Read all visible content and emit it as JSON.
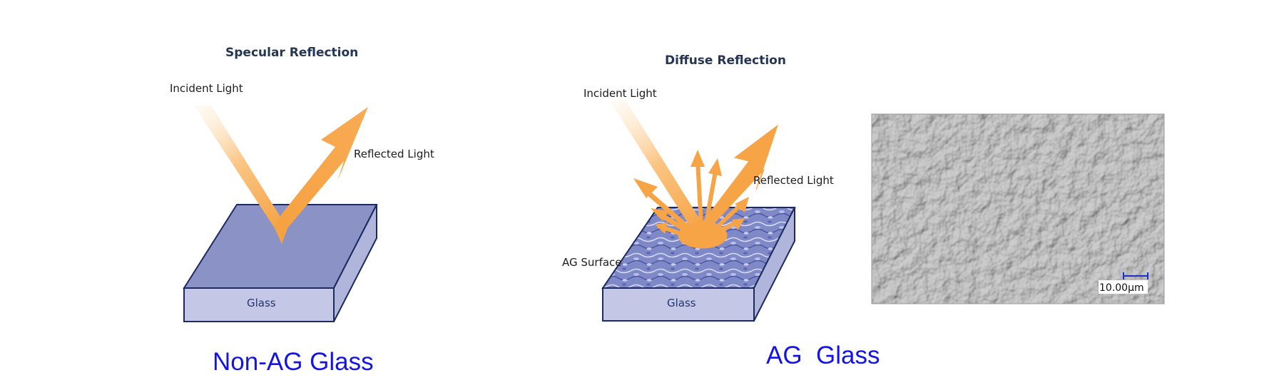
{
  "left_panel": {
    "title": "Specular Reflection",
    "incident_label": "Incident Light",
    "reflected_label": "Reflected Light",
    "glass_label": "Glass",
    "caption": "Non-AG Glass"
  },
  "right_panel": {
    "title": "Diffuse Reflection",
    "incident_label": "Incident Light",
    "reflected_label": "Reflected Light",
    "surface_label": "AG Surface",
    "glass_label": "Glass",
    "caption": "AG  Glass"
  },
  "micrograph": {
    "scale_label": "10.00μm"
  },
  "colors": {
    "glass_top": "#8a92c6",
    "glass_front": "#c4c8e6",
    "glass_edge": "#1d2a5e",
    "light_beam": "#f7a548",
    "caption": "#1414e6"
  }
}
